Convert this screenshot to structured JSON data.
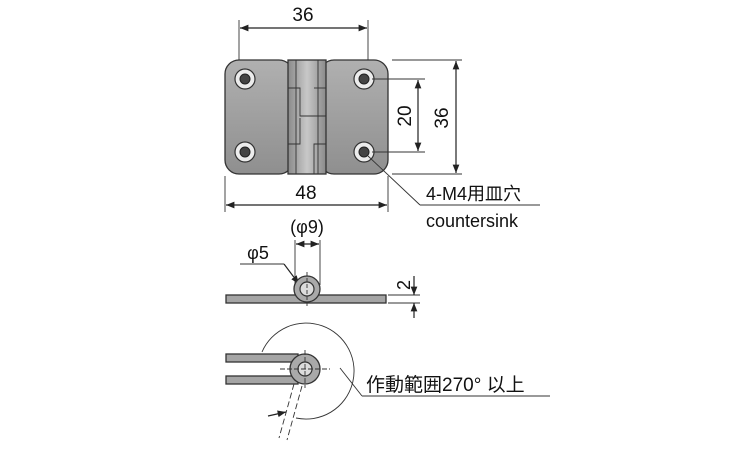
{
  "diagram": {
    "top_view": {
      "dim_width_top": "36",
      "dim_width_bottom": "48",
      "dim_height_hole": "20",
      "dim_height_total": "36",
      "callout_line1": "4-M4用皿穴",
      "callout_line2": "countersink"
    },
    "side_view": {
      "dim_outer_diameter": "(φ9)",
      "dim_pin_diameter": "φ5",
      "dim_thickness": "2"
    },
    "rotation_view": {
      "callout": "作動範囲270° 以上"
    },
    "colors": {
      "plate": "#9c9c9c",
      "plate_light": "#b5b5b5",
      "hole_ring": "#ececec",
      "line": "#222222"
    }
  }
}
